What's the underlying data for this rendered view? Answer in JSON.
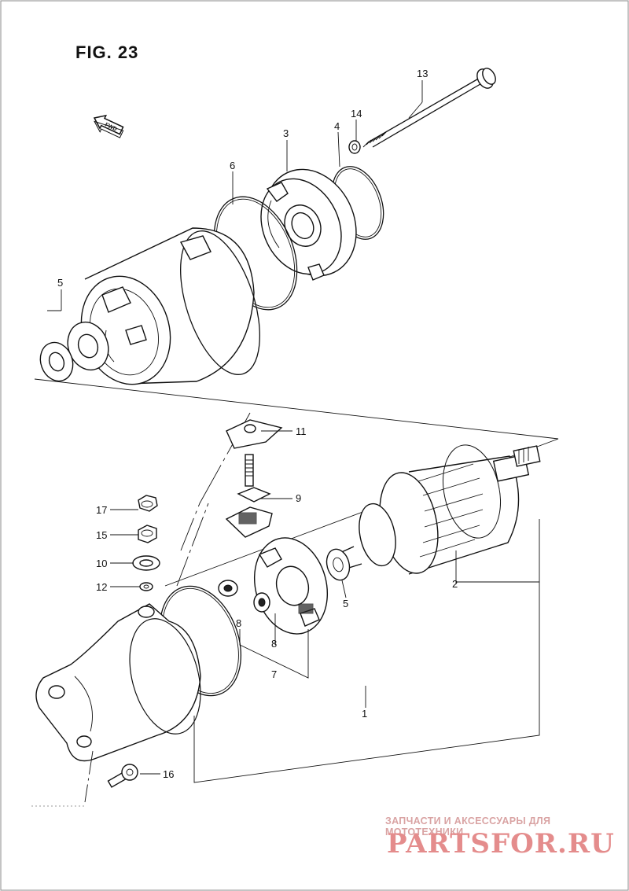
{
  "figure": {
    "title": "FIG. 23",
    "direction_label": "FWD"
  },
  "callouts": [
    "1",
    "2",
    "3",
    "4",
    "5",
    "5",
    "6",
    "7",
    "8",
    "8",
    "9",
    "10",
    "11",
    "12",
    "13",
    "14",
    "15",
    "16",
    "17"
  ],
  "labels": {
    "p1": "1",
    "p2": "2",
    "p3": "3",
    "p4": "4",
    "p5a": "5",
    "p5b": "5",
    "p6": "6",
    "p7": "7",
    "p8a": "8",
    "p8b": "8",
    "p9": "9",
    "p10": "10",
    "p11": "11",
    "p12": "12",
    "p13": "13",
    "p14": "14",
    "p15": "15",
    "p16": "16",
    "p17": "17"
  },
  "watermark": {
    "line1": "ЗАПЧАСТИ И АКСЕССУАРЫ ДЛЯ МОТОТЕХНИКИ",
    "line2": "PARTSFOR.RU"
  }
}
